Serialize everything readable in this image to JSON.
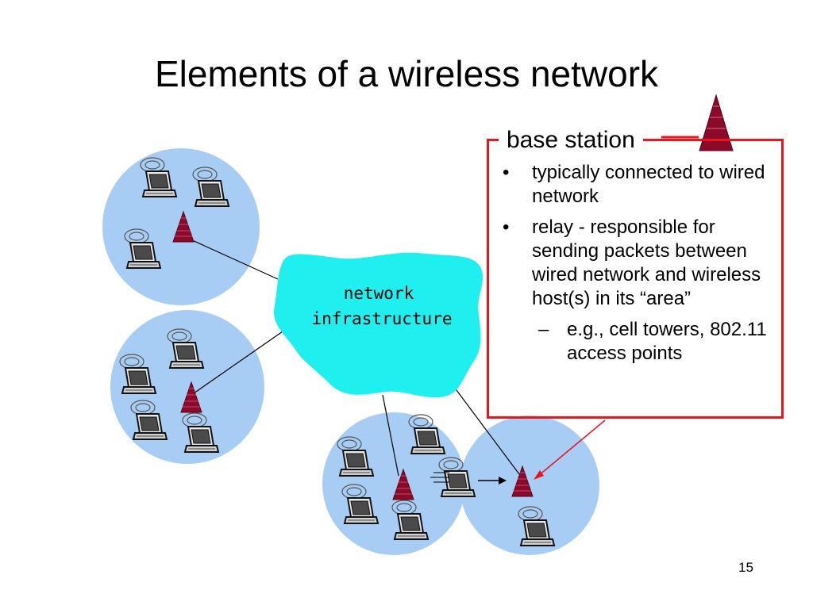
{
  "slide": {
    "title": "Elements of a wireless network",
    "page_number": "15"
  },
  "diagram": {
    "cloud_label_line1": "network",
    "cloud_label_line2": "infrastructure",
    "colors": {
      "cell_fill": "#a8cdf5",
      "cloud_fill": "#1fefef",
      "tower_fill": "#8b0a2a",
      "callout_border": "#e8151b",
      "arrow": "#e8151b"
    }
  },
  "callout": {
    "heading": "base station",
    "bullets": [
      {
        "marker": "•",
        "text": "typically connected to wired network"
      },
      {
        "marker": "•",
        "text": "relay - responsible for sending packets between wired network and wireless host(s) in its “area”"
      }
    ],
    "sub_bullets": [
      {
        "marker": "–",
        "text": "e.g., cell towers, 802.11 access points"
      }
    ]
  }
}
